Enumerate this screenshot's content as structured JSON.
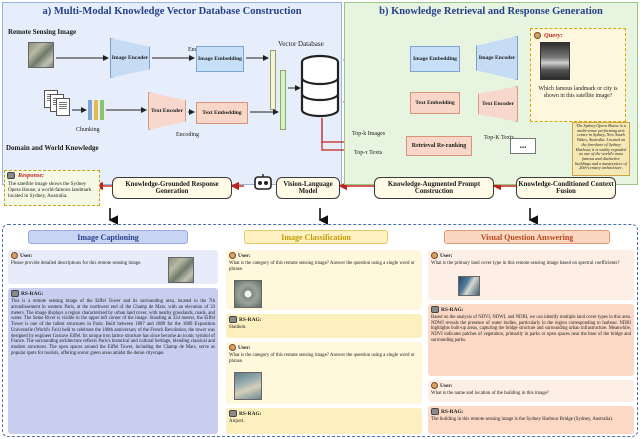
{
  "panel_a": {
    "title": "a) Multi-Modal Knowledge Vector Database Construction",
    "remote_sensing_label": "Remote Sensing Image",
    "domain_label": "Domain and World Knowledge",
    "image_encoder": "Image Encoder",
    "image_embedding": "Image Embedding",
    "text_encoder": "Text Encoder",
    "text_embedding": "Text Embedding",
    "encoding_top": "Encoding",
    "encoding_bottom": "Encoding",
    "chunking": "Chunking",
    "vector_database": "Vector Database"
  },
  "panel_b": {
    "title": "b) Knowledge Retrieval and Response Generation",
    "query_label": "Query:",
    "query_text": "Which famous landmark or city is shown in this satellite image?",
    "image_embedding": "Image Embedding",
    "image_encoder": "Image Encoder",
    "text_embedding": "Text Embedding",
    "text_encoder": "Text Encoder",
    "top_k_images": "Top-k Images",
    "top_t_texts": "Top-τ Texts",
    "top_k_texts": "Top-K Texts",
    "retrieval_reranking": "Retrieval Re-ranking",
    "ellipsis": "...",
    "knowledge_text": "The Sydney Opera House is a multi-venue performing arts centre in Sydney, New South Wales, Australia. Located on the foreshore of Sydney Harbour, it is widely regarded as one of the world's most famous and distinctive buildings and a masterpiece of 20th-century architecture."
  },
  "pipeline": {
    "response_label": "Response:",
    "response_text": "The satellite image shows the Sydney Opera House, a world-famous landmark located in Sydney, Australia.",
    "grounded": "Knowledge-Grounded Response Generation",
    "vlm": "Vision-Language Model",
    "augmented": "Knowledge-Augmented Prompt Construction",
    "fusion": "Knowledge-Conditioned Context Fusion"
  },
  "tasks": {
    "captioning": {
      "header": "Image Captioning",
      "user": "User:",
      "question": "Please provide detailed descriptions for this remote sensing image.",
      "rsrag": "RS-RAG:",
      "answer": "This is a remote sensing image of the Eiffel Tower and its surrounding area, located in the 7th arrondissement in western Paris, at the northwest end of the Champ de Mars, with an elevation of 33 meters. The image displays a region characterized by urban land cover, with nearby grasslands, roads, and water. The Seine River is visible in the upper left corner of the image. Standing at 324 meters, the Eiffel Tower is one of the tallest structures in Paris. Built between 1887 and 1889 for the 1889 Exposition Universelle (World's Fair) held to celebrate the 100th anniversary of the French Revolution, the tower was designed by engineer Gustave Eiffel. Its unique iron lattice structure has since become an iconic symbol of France. The surrounding architecture reflects Paris's historical and cultural heritage, blending classical and modern structures. The open spaces around the Eiffel Tower, including the Champ de Mars, serve as popular spots for tourists, offering scenic green areas amidst the dense cityscape."
    },
    "classification": {
      "header": "Image Classification",
      "user1": "User:",
      "q1": "What is the category of this remote sensing image? Answer the question using a single word or phrase.",
      "rsrag1": "RS-RAG:",
      "a1": "Stadium.",
      "user2": "User:",
      "q2": "What is the category of this remote sensing image? Answer the question using a single word or phrase.",
      "rsrag2": "RS-RAG:",
      "a2": "Airport."
    },
    "vqa": {
      "header": "Visual Question Answering",
      "user1": "User:",
      "q1": "What is the primary land cover type in this remote sensing image based on spectral coefficients?",
      "rsrag1": "RS-RAG:",
      "a1": "Based on the analysis of NDVI, NDWI, and NDBI, we can identify multiple land cover types in this area. NDWI reveals the presence of water bodies, particularly in the region corresponding to harbour. NDBI highlights built-up areas, capturing the bridge structure and surrounding urban infrastructure. Meanwhile, NDVI indicates patches of vegetation, primarily in parks or open spaces near the base of the bridge and surrounding parks.",
      "user2": "User:",
      "q2": "What is the name and location of the building in this image?",
      "rsrag2": "RS-RAG:",
      "a2": "The building in this remote sensing image is the Sydney Harbour Bridge (Sydney, Australia)."
    }
  },
  "colors": {
    "blue_header": "#27408b",
    "yellow_header": "#c49a00",
    "orange_header": "#b8481a",
    "arrow_red": "#c0231b"
  }
}
